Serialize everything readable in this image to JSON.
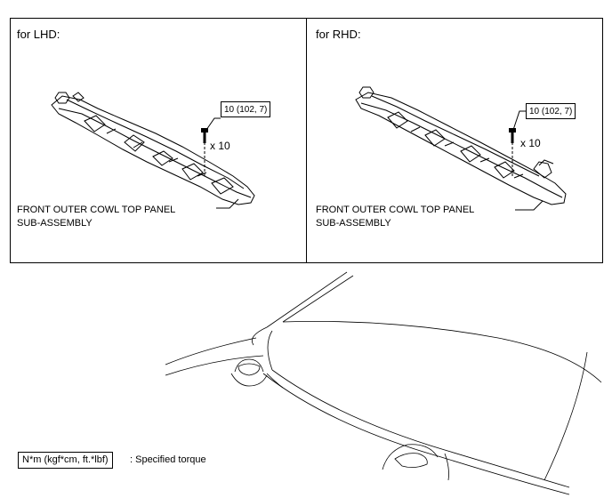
{
  "panels": {
    "lhd": {
      "title": "for LHD:",
      "torque": "10 (102, 7)",
      "quantity": "x 10",
      "part_line1": "FRONT OUTER COWL TOP PANEL",
      "part_line2": "SUB-ASSEMBLY"
    },
    "rhd": {
      "title": "for RHD:",
      "torque": "10 (102, 7)",
      "quantity": "x 10",
      "part_line1": "FRONT OUTER COWL TOP PANEL",
      "part_line2": "SUB-ASSEMBLY"
    }
  },
  "legend": {
    "unit": "N*m (kgf*cm, ft.*lbf)",
    "description": ": Specified torque"
  }
}
